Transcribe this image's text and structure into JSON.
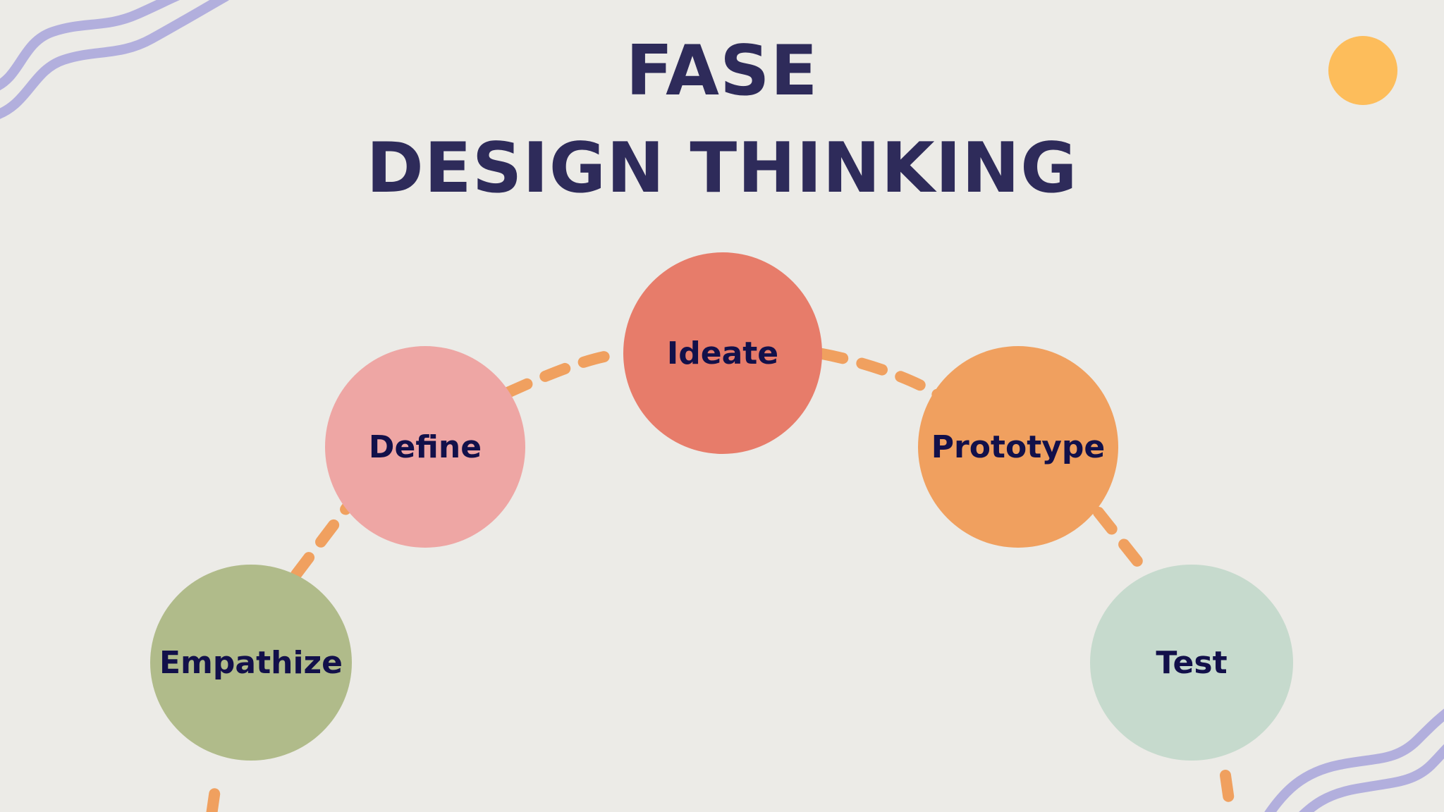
{
  "title": {
    "line1": "FASE",
    "line2": "DESIGN THINKING"
  },
  "phases": [
    {
      "id": "empathize",
      "label": "Empathize",
      "color": "#b0bb8a"
    },
    {
      "id": "define",
      "label": "Define",
      "color": "#eea6a4"
    },
    {
      "id": "ideate",
      "label": "Ideate",
      "color": "#e77c6a"
    },
    {
      "id": "prototype",
      "label": "Prototype",
      "color": "#f0a05f"
    },
    {
      "id": "test",
      "label": "Test",
      "color": "#c6dacd"
    }
  ],
  "colors": {
    "background": "#ecebe7",
    "title": "#2e2b5a",
    "label": "#12104a",
    "connector": "#f0a05f",
    "sun": "#fdbd5b",
    "squiggle": "#a9a5dc"
  }
}
